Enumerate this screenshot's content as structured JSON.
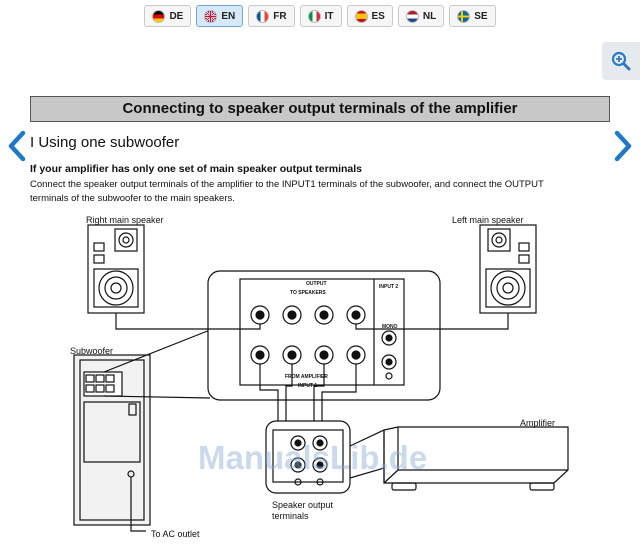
{
  "languages": [
    {
      "code": "DE",
      "flag": "de",
      "active": false
    },
    {
      "code": "EN",
      "flag": "gb",
      "active": true
    },
    {
      "code": "FR",
      "flag": "fr",
      "active": false
    },
    {
      "code": "IT",
      "flag": "it",
      "active": false
    },
    {
      "code": "ES",
      "flag": "es",
      "active": false
    },
    {
      "code": "NL",
      "flag": "nl",
      "active": false
    },
    {
      "code": "SE",
      "flag": "se",
      "active": false
    }
  ],
  "zoom": {
    "icon": "zoom-in-icon"
  },
  "page": {
    "title": "Connecting to speaker output terminals of the amplifier",
    "section_heading": "I Using one subwoofer",
    "sub_heading": "If your amplifier has only one set of main speaker output terminals",
    "body_text": "Connect the speaker output terminals of the amplifier to the INPUT1 terminals of the subwoofer, and connect the OUTPUT terminals of the subwoofer to the main speakers."
  },
  "nav": {
    "prev_icon": "chevron-left-icon",
    "next_icon": "chevron-right-icon"
  },
  "diagram": {
    "right_main_speaker": "Right main speaker",
    "left_main_speaker": "Left main speaker",
    "subwoofer": "Subwoofer",
    "amplifier": "Amplifier",
    "speaker_output_terminals": "Speaker output terminals",
    "to_ac_outlet": "To AC outlet",
    "output_label": "OUTPUT",
    "to_speakers_label": "TO SPEAKERS",
    "input2_label": "INPUT 2",
    "mono_label": "MONO",
    "from_amplifier_label": "FROM AMPLIFIER",
    "input1_label": "INPUT 1"
  },
  "watermark": "ManualsLib.de",
  "colors": {
    "active_lang_bg": "#d7e9f9",
    "nav_arrow": "#1f78c8",
    "title_bg": "#c8c8c8",
    "zoom_bg": "#e6e9ee"
  }
}
